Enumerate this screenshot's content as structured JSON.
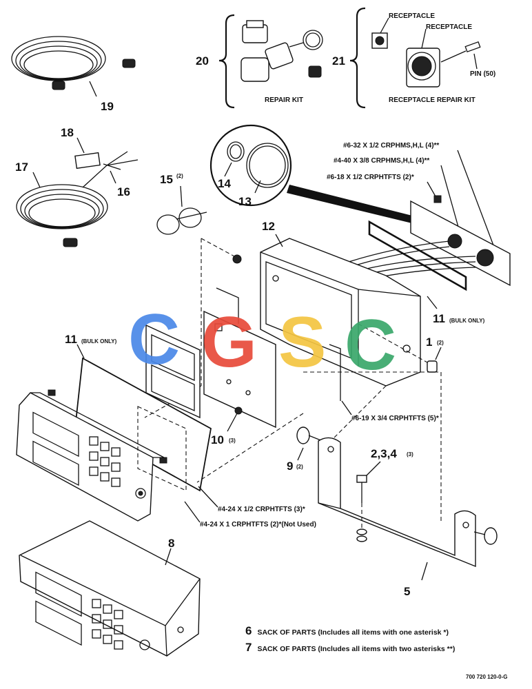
{
  "watermark": {
    "letters": [
      "C",
      "G",
      "S",
      "C"
    ],
    "colors": [
      "#4a88e8",
      "#e84a3a",
      "#f4c542",
      "#3aa86b"
    ]
  },
  "callouts": {
    "c1": "1",
    "c1q": "(2)",
    "c234": "2,3,4",
    "c234q": "(3)",
    "c5": "5",
    "c8": "8",
    "c9": "9",
    "c9q": "(2)",
    "c10": "10",
    "c10q": "(3)",
    "c11a": "11",
    "c11aq": "(BULK ONLY)",
    "c11b": "11",
    "c11bq": "(BULK ONLY)",
    "c12": "12",
    "c13": "13",
    "c14": "14",
    "c15": "15",
    "c15q": "(2)",
    "c16": "16",
    "c17": "17",
    "c18": "18",
    "c19": "19",
    "c20": "20",
    "c21": "21"
  },
  "labels": {
    "repair_kit": "REPAIR KIT",
    "receptacle_repair_kit": "RECEPTACLE REPAIR KIT",
    "receptacle_small": "RECEPTACLE",
    "receptacle_large": "RECEPTACLE",
    "pin": "PIN (50)",
    "screw_6_32": "#6-32 X 1/2 CRPHMS,H,L (4)**",
    "screw_4_40": "#4-40 X 3/8 CRPHMS,H,L (4)**",
    "screw_6_18": "#6-18 X 1/2 CRPHTFTS (2)*",
    "screw_6_19": "#6-19 X 3/4 CRPHTFTS (5)*",
    "screw_4_24_half": "#4-24 X 1/2 CRPHTFTS (3)*",
    "screw_4_24_one": "#4-24 X 1 CRPHTFTS (2)*(Not Used)"
  },
  "footer": {
    "item6_num": "6",
    "item6_text": "SACK OF PARTS (Includes all items with one asterisk *)",
    "item7_num": "7",
    "item7_text": "SACK OF PARTS (Includes all items with two asterisks **)",
    "drawing_number": "700 720 120-0-G"
  }
}
